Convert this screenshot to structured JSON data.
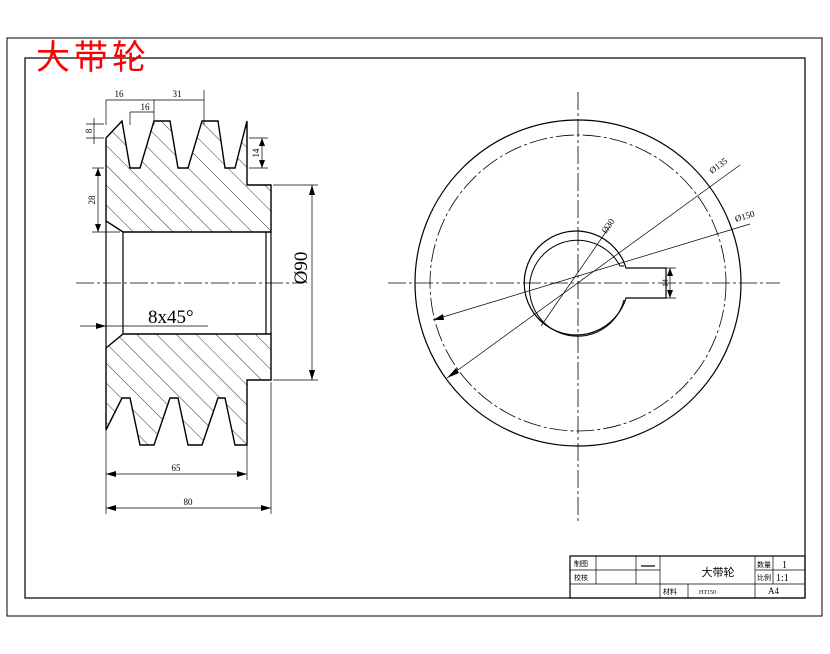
{
  "heading": "大带轮",
  "colors": {
    "heading": "#ff0000",
    "line": "#000000",
    "background": "#ffffff"
  },
  "dimensions": {
    "groove_top_width": "16",
    "groove_bottom_width": "16",
    "groove_pitch": "31",
    "groove_offset": "8",
    "groove_depth": "14",
    "rim_thickness": "28",
    "bore_diameter": "Ø90",
    "chamfer": "8x45°",
    "hub_length_inner": "65",
    "total_length": "80",
    "keyway_width": "14",
    "dia_hub_circle": "Ø30",
    "dia_pitch_circle": "Ø135",
    "dia_outer_circle": "Ø150"
  },
  "title_block": {
    "drawn_label": "制图",
    "checked_label": "校核",
    "part_name": "大带轮",
    "quantity_label": "数量",
    "quantity_value": "1",
    "scale_label": "比例",
    "scale_value": "1:1",
    "material_label": "材料",
    "material_value": "HT150",
    "sheet_size": "A4"
  }
}
